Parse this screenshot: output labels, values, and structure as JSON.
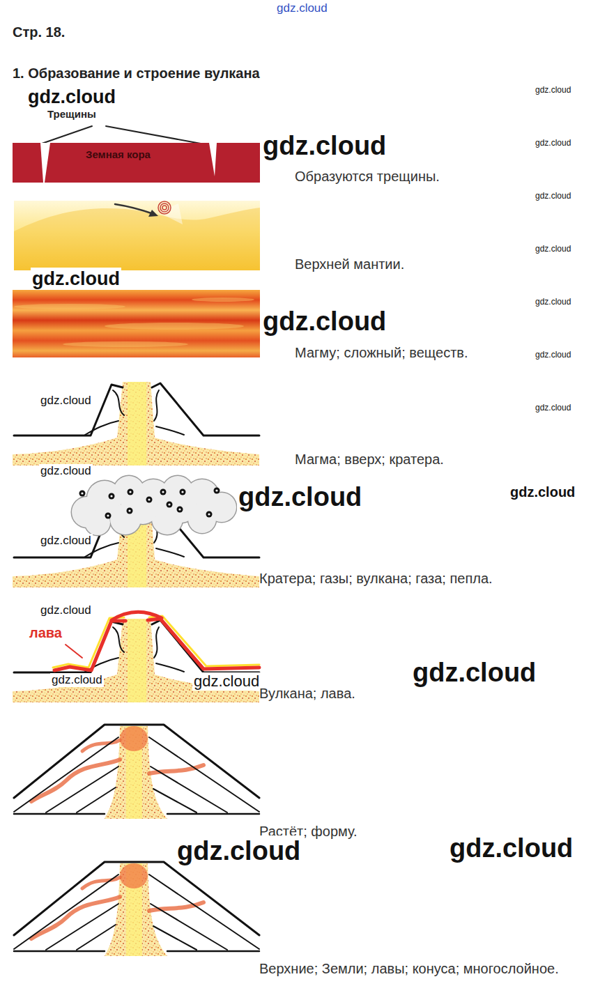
{
  "diagram": {
    "title": "1. Образование и строение вулкана",
    "nodes": [
      {
        "text": [
          "Земная кора"
        ]
      }
    ],
    "labels": [
      "gdz.cloud",
      "Стр. 18.",
      "gdz.cloud",
      "gdz.cloud",
      "Трещины",
      "gdz.cloud",
      "gdz.cloud",
      "Образуются трещины.",
      "gdz.cloud",
      "gdz.cloud",
      "Верхней мантии.",
      "gdz.cloud",
      "gdz.cloud",
      "gdz.cloud",
      "Магму; сложный; веществ.",
      "gdz.cloud",
      "gdz.cloud",
      "gdz.cloud",
      "Магма; вверх; кратера.",
      "gdz.cloud",
      "gdz.cloud",
      "gdz.cloud",
      "gdz.cloud",
      "Кратера; газы; вулкана; газа; пепла.",
      "gdz.cloud",
      "лава",
      "gdz.cloud",
      "gdz.cloud",
      "gdz.cloud",
      "Вулкана; лава.",
      "Растёт; форму.",
      "gdz.cloud",
      "gdz.cloud",
      "Верхние; Земли; лавы; конуса; многослойное."
    ]
  }
}
